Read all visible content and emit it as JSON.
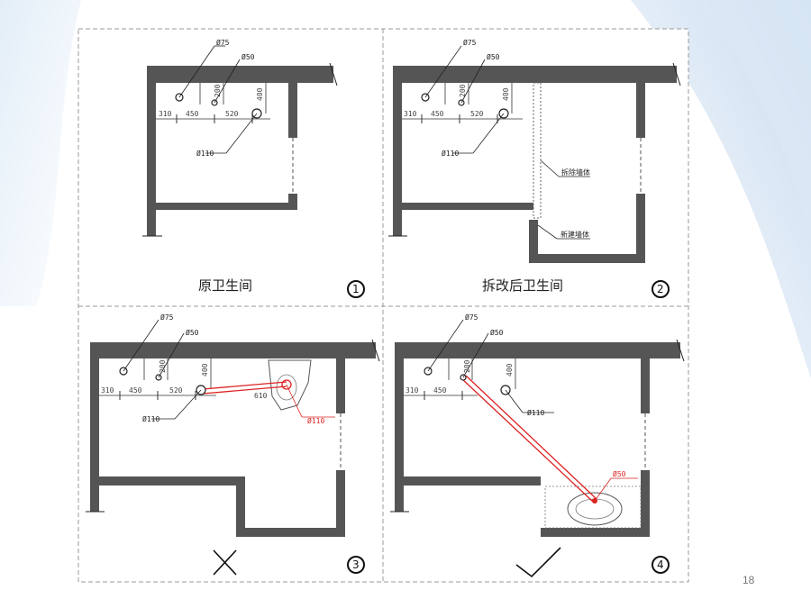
{
  "slide": {
    "page_number": "18"
  },
  "panels": [
    {
      "caption": "原卫生间",
      "number": "1",
      "pipes": {
        "p75": "Ø75",
        "p50": "Ø50",
        "p110": "Ø110"
      },
      "dims": {
        "d310": "310",
        "d450": "450",
        "d520": "520",
        "d200": "200",
        "d400": "400"
      }
    },
    {
      "caption": "拆改后卫生间",
      "number": "2",
      "pipes": {
        "p75": "Ø75",
        "p50": "Ø50",
        "p110": "Ø110"
      },
      "dims": {
        "d310": "310",
        "d450": "450",
        "d520": "520",
        "d200": "200",
        "d400": "400"
      },
      "notes": {
        "remove": "拆除墙体",
        "new": "新建墙体"
      }
    },
    {
      "caption": "",
      "number": "3",
      "mark": "cross",
      "pipes": {
        "p75": "Ø75",
        "p50": "Ø50",
        "p110": "Ø110",
        "p110_red": "Ø110"
      },
      "dims": {
        "d310": "310",
        "d450": "450",
        "d520": "520",
        "d200": "200",
        "d400": "400",
        "d610": "610"
      }
    },
    {
      "caption": "",
      "number": "4",
      "mark": "check",
      "pipes": {
        "p75": "Ø75",
        "p50": "Ø50",
        "p110": "Ø110",
        "p50_red": "Ø50"
      },
      "dims": {
        "d310": "310",
        "d450": "450",
        "d200": "200",
        "d400": "400"
      }
    }
  ],
  "colors": {
    "wall": "#555555",
    "red_pipe": "#dd2222",
    "border": "#9a9a9a"
  }
}
